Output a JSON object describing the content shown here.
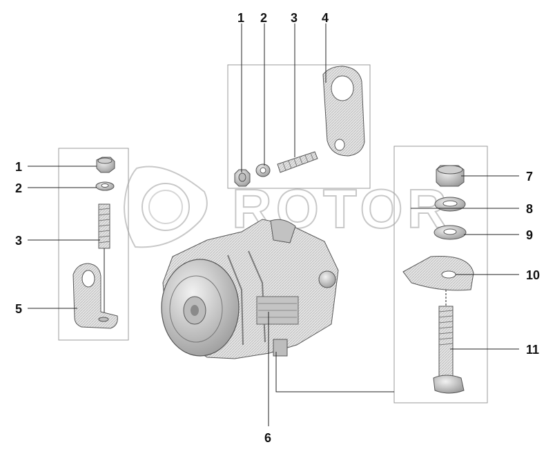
{
  "watermark": {
    "text": "ROTOR"
  },
  "callouts": {
    "top_1": "1",
    "top_2": "2",
    "top_3": "3",
    "top_4": "4",
    "left_1": "1",
    "left_2": "2",
    "left_3": "3",
    "left_5": "5",
    "center_6": "6",
    "right_7": "7",
    "right_8": "8",
    "right_9": "9",
    "right_10": "10",
    "right_11": "11"
  },
  "colors": {
    "line": "#222222",
    "frame": "#999999",
    "part_fill": "#d9d9d9",
    "part_dark": "#9a9a9a",
    "watermark": "#c8c8c8"
  }
}
